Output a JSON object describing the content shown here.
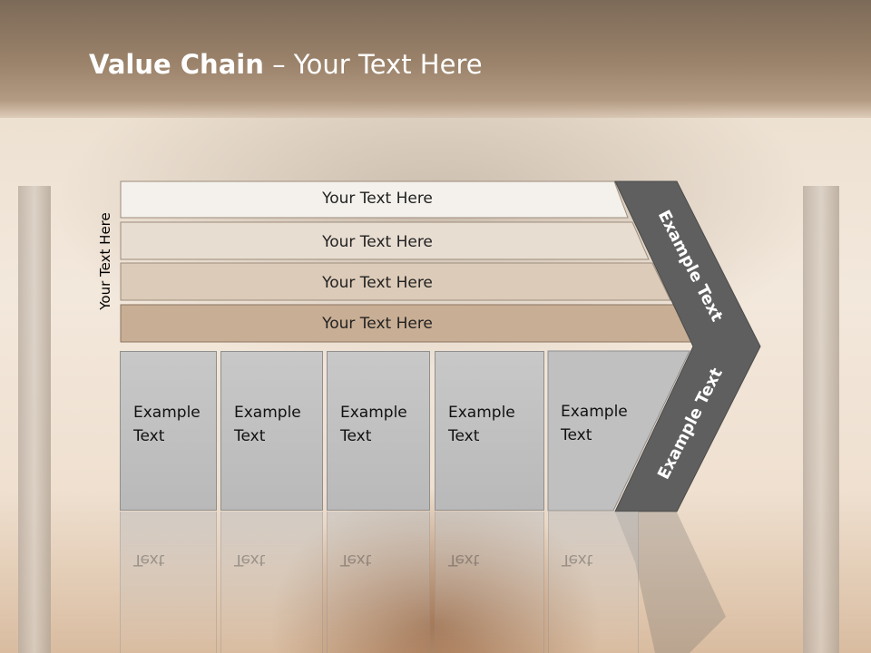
{
  "slide": {
    "title_bold": "Value Chain",
    "title_rest": " – Your Text Here",
    "vertical_label": "Your Text Here"
  },
  "bands": [
    {
      "label": "Your Text Here",
      "color": "#f4f1ec"
    },
    {
      "label": "Your Text Here",
      "color": "#e8ddd1"
    },
    {
      "label": "Your Text Here",
      "color": "#dccbb8"
    },
    {
      "label": "Your Text Here",
      "color": "#c8ae94"
    }
  ],
  "boxes": [
    {
      "line1": "Example",
      "line2": "Text"
    },
    {
      "line1": "Example",
      "line2": "Text"
    },
    {
      "line1": "Example",
      "line2": "Text"
    },
    {
      "line1": "Example",
      "line2": "Text"
    },
    {
      "line1": "Example",
      "line2": "Text"
    }
  ],
  "chevron": {
    "upper_label": "Example Text",
    "lower_label": "Example Text",
    "color": "#5f5f5f"
  }
}
